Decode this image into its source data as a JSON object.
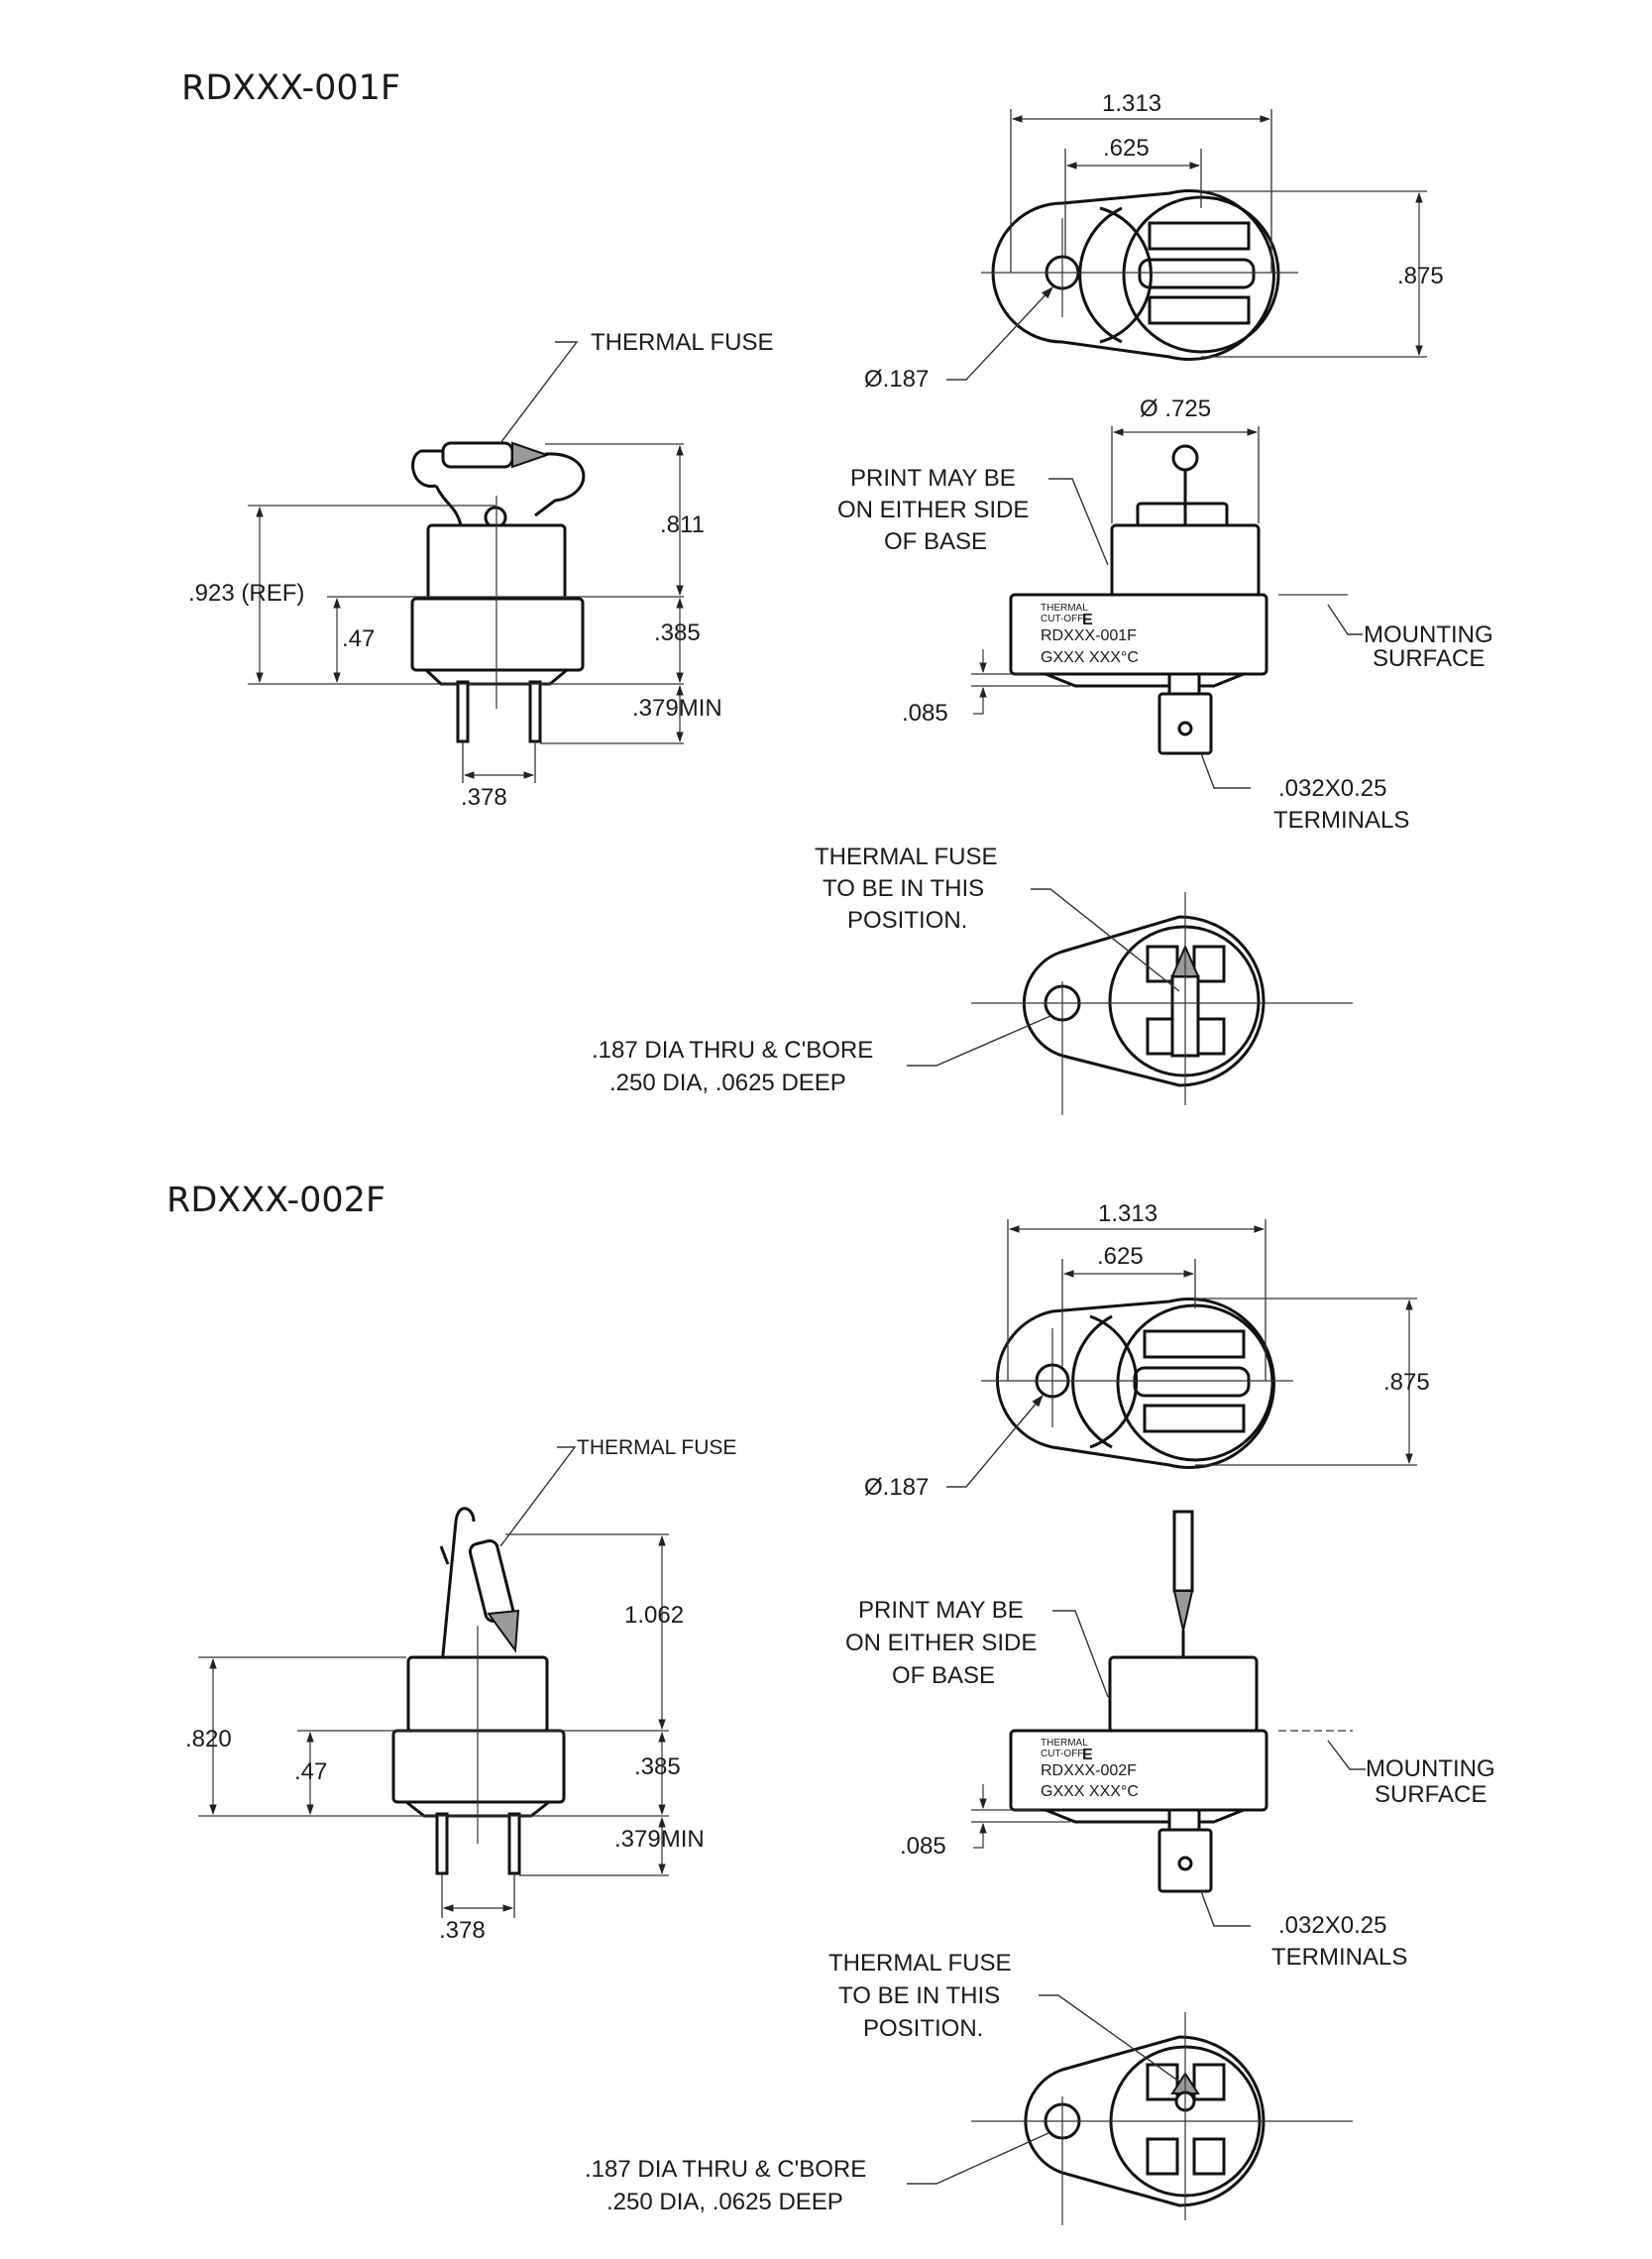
{
  "drawing_1": {
    "title": "RDXXX-001F",
    "side_view": {
      "fuse_label": "THERMAL FUSE",
      "dim_overall_ref": ".923  (REF)",
      "dim_base_height": ".47",
      "dim_upper_height": ".811",
      "dim_flange_height": ".385",
      "dim_terminal_length": ".379MIN",
      "dim_terminal_spacing": ".378"
    },
    "top_view": {
      "dim_length": "1.313",
      "dim_hole_center": ".625",
      "dim_width": ".875",
      "dim_hole_dia": "Ø.187"
    },
    "front_view": {
      "dim_body_dia": "Ø .725",
      "print_note": [
        "PRINT MAY BE",
        "ON EITHER SIDE",
        "OF BASE"
      ],
      "mounting_label": [
        "MOUNTING",
        "SURFACE"
      ],
      "dim_flange": ".085",
      "terminals_label": [
        ".032X0.25",
        "TERMINALS"
      ],
      "base_marking": {
        "line1": "THERMAL",
        "line2": "CUT-OFF",
        "line3": "RDXXX-001F",
        "line4": "GXXX XXX°C"
      }
    },
    "position_view": {
      "fuse_note": [
        "THERMAL FUSE",
        "TO BE IN THIS",
        "POSITION."
      ],
      "hole_note": [
        ".187 DIA THRU & C'BORE",
        ".250 DIA, .0625 DEEP"
      ]
    }
  },
  "drawing_2": {
    "title": "RDXXX-002F",
    "side_view": {
      "fuse_label": "THERMAL FUSE",
      "dim_overall": ".820",
      "dim_base_height": ".47",
      "dim_upper_height": "1.062",
      "dim_flange_height": ".385",
      "dim_terminal_length": ".379MIN",
      "dim_terminal_spacing": ".378"
    },
    "top_view": {
      "dim_length": "1.313",
      "dim_hole_center": ".625",
      "dim_width": ".875",
      "dim_hole_dia": "Ø.187"
    },
    "front_view": {
      "print_note": [
        "PRINT MAY BE",
        "ON EITHER SIDE",
        "OF BASE"
      ],
      "mounting_label": [
        "MOUNTING",
        "SURFACE"
      ],
      "dim_flange": ".085",
      "terminals_label": [
        ".032X0.25",
        "TERMINALS"
      ],
      "base_marking": {
        "line1": "THERMAL",
        "line2": "CUT-OFF",
        "line3": "RDXXX-002F",
        "line4": "GXXX XXX°C"
      }
    },
    "position_view": {
      "fuse_note": [
        "THERMAL FUSE",
        "TO BE IN THIS",
        "POSITION."
      ],
      "hole_note": [
        ".187 DIA THRU & C'BORE",
        ".250 DIA, .0625 DEEP"
      ]
    },
    "logo_mark": "E"
  }
}
